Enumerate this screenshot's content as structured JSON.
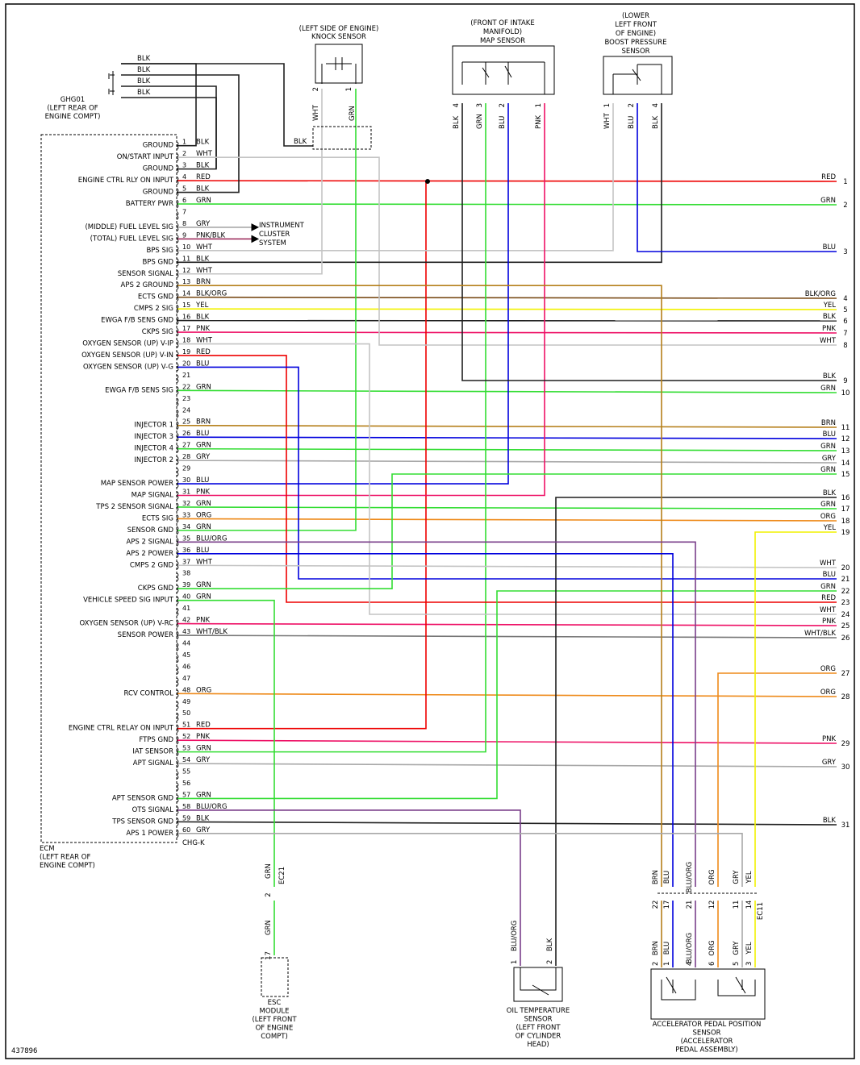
{
  "diagram_id": "437896",
  "colors": {
    "BLK": "#1f1f1f",
    "WHT": "#c4c4c4",
    "RED": "#ee0000",
    "GRN": "#33dd33",
    "BLU": "#0000dd",
    "GRY": "#a8a8a8",
    "PNK": "#ee1166",
    "BRN": "#b57f1a",
    "YEL": "#f2f200",
    "ORG": "#ee8a1a",
    "BLU/ORG": "#7a3f8a",
    "BLK/ORG": "#7a4c18",
    "PNK/BLK": "#992255",
    "WHT/BLK": "#777777"
  },
  "ecm": {
    "title_lines": [
      "ECM",
      "(LEFT REAR OF",
      "ENGINE COMPT)"
    ],
    "connector": "CHG-K"
  },
  "ground": {
    "title_lines": [
      "GHG01",
      "(LEFT REAR OF",
      "ENGINE COMPT)"
    ],
    "wire_label": "BLK"
  },
  "ecm_pins": [
    {
      "pin": "1",
      "name": "GROUND",
      "wire": "BLK"
    },
    {
      "pin": "2",
      "name": "ON/START INPUT",
      "wire": "WHT"
    },
    {
      "pin": "3",
      "name": "GROUND",
      "wire": "BLK"
    },
    {
      "pin": "4",
      "name": "ENGINE CTRL RLY ON INPUT",
      "wire": "RED"
    },
    {
      "pin": "5",
      "name": "GROUND",
      "wire": "BLK"
    },
    {
      "pin": "6",
      "name": "BATTERY PWR",
      "wire": "GRN"
    },
    {
      "pin": "7",
      "name": "",
      "wire": ""
    },
    {
      "pin": "8",
      "name": "(MIDDLE) FUEL LEVEL SIG",
      "wire": "GRY"
    },
    {
      "pin": "9",
      "name": "(TOTAL) FUEL LEVEL SIG",
      "wire": "PNK/BLK"
    },
    {
      "pin": "10",
      "name": "BPS SIG",
      "wire": "WHT"
    },
    {
      "pin": "11",
      "name": "BPS GND",
      "wire": "BLK"
    },
    {
      "pin": "12",
      "name": "SENSOR SIGNAL",
      "wire": "WHT"
    },
    {
      "pin": "13",
      "name": "APS 2 GROUND",
      "wire": "BRN"
    },
    {
      "pin": "14",
      "name": "ECTS GND",
      "wire": "BLK/ORG"
    },
    {
      "pin": "15",
      "name": "CMPS 2 SIG",
      "wire": "YEL"
    },
    {
      "pin": "16",
      "name": "EWGA F/B SENS GND",
      "wire": "BLK"
    },
    {
      "pin": "17",
      "name": "CKPS SIG",
      "wire": "PNK"
    },
    {
      "pin": "18",
      "name": "OXYGEN SENSOR (UP) V-IP",
      "wire": "WHT"
    },
    {
      "pin": "19",
      "name": "OXYGEN SENSOR (UP) V-IN",
      "wire": "RED"
    },
    {
      "pin": "20",
      "name": "OXYGEN SENSOR (UP) V-G",
      "wire": "BLU"
    },
    {
      "pin": "21",
      "name": "",
      "wire": ""
    },
    {
      "pin": "22",
      "name": "EWGA F/B SENS SIG",
      "wire": "GRN"
    },
    {
      "pin": "23",
      "name": "",
      "wire": ""
    },
    {
      "pin": "24",
      "name": "",
      "wire": ""
    },
    {
      "pin": "25",
      "name": "INJECTOR 1",
      "wire": "BRN"
    },
    {
      "pin": "26",
      "name": "INJECTOR 3",
      "wire": "BLU"
    },
    {
      "pin": "27",
      "name": "INJECTOR 4",
      "wire": "GRN"
    },
    {
      "pin": "28",
      "name": "INJECTOR 2",
      "wire": "GRY"
    },
    {
      "pin": "29",
      "name": "",
      "wire": ""
    },
    {
      "pin": "30",
      "name": "MAP SENSOR POWER",
      "wire": "BLU"
    },
    {
      "pin": "31",
      "name": "MAP SIGNAL",
      "wire": "PNK"
    },
    {
      "pin": "32",
      "name": "TPS 2 SENSOR SIGNAL",
      "wire": "GRN"
    },
    {
      "pin": "33",
      "name": "ECTS SIG",
      "wire": "ORG"
    },
    {
      "pin": "34",
      "name": "SENSOR GND",
      "wire": "GRN"
    },
    {
      "pin": "35",
      "name": "APS 2 SIGNAL",
      "wire": "BLU/ORG"
    },
    {
      "pin": "36",
      "name": "APS 2 POWER",
      "wire": "BLU"
    },
    {
      "pin": "37",
      "name": "CMPS 2 GND",
      "wire": "WHT"
    },
    {
      "pin": "38",
      "name": "",
      "wire": ""
    },
    {
      "pin": "39",
      "name": "CKPS GND",
      "wire": "GRN"
    },
    {
      "pin": "40",
      "name": "VEHICLE SPEED SIG INPUT",
      "wire": "GRN"
    },
    {
      "pin": "41",
      "name": "",
      "wire": ""
    },
    {
      "pin": "42",
      "name": "OXYGEN SENSOR (UP) V-RC",
      "wire": "PNK"
    },
    {
      "pin": "43",
      "name": "SENSOR POWER",
      "wire": "WHT/BLK"
    },
    {
      "pin": "44",
      "name": "",
      "wire": ""
    },
    {
      "pin": "45",
      "name": "",
      "wire": ""
    },
    {
      "pin": "46",
      "name": "",
      "wire": ""
    },
    {
      "pin": "47",
      "name": "",
      "wire": ""
    },
    {
      "pin": "48",
      "name": "RCV CONTROL",
      "wire": "ORG"
    },
    {
      "pin": "49",
      "name": "",
      "wire": ""
    },
    {
      "pin": "50",
      "name": "",
      "wire": ""
    },
    {
      "pin": "51",
      "name": "ENGINE CTRL RELAY ON INPUT",
      "wire": "RED"
    },
    {
      "pin": "52",
      "name": "FTPS GND",
      "wire": "PNK"
    },
    {
      "pin": "53",
      "name": "IAT SENSOR",
      "wire": "GRN"
    },
    {
      "pin": "54",
      "name": "APT SIGNAL",
      "wire": "GRY"
    },
    {
      "pin": "55",
      "name": "",
      "wire": ""
    },
    {
      "pin": "56",
      "name": "",
      "wire": ""
    },
    {
      "pin": "57",
      "name": "APT SENSOR GND",
      "wire": "GRN"
    },
    {
      "pin": "58",
      "name": "OTS SIGNAL",
      "wire": "BLU/ORG"
    },
    {
      "pin": "59",
      "name": "TPS SENSOR GND",
      "wire": "BLK"
    },
    {
      "pin": "60",
      "name": "APS 1 POWER",
      "wire": "GRY"
    }
  ],
  "right_labels": [
    {
      "num": "1",
      "wire": "RED"
    },
    {
      "num": "2",
      "wire": "GRN"
    },
    {
      "num": "3",
      "wire": "BLU"
    },
    {
      "num": "4",
      "wire": "BLK/ORG"
    },
    {
      "num": "5",
      "wire": "YEL"
    },
    {
      "num": "6",
      "wire": "BLK"
    },
    {
      "num": "7",
      "wire": "PNK"
    },
    {
      "num": "8",
      "wire": "WHT"
    },
    {
      "num": "9",
      "wire": "BLK"
    },
    {
      "num": "10",
      "wire": "GRN"
    },
    {
      "num": "11",
      "wire": "BRN"
    },
    {
      "num": "12",
      "wire": "BLU"
    },
    {
      "num": "13",
      "wire": "GRN"
    },
    {
      "num": "14",
      "wire": "GRY"
    },
    {
      "num": "15",
      "wire": "GRN"
    },
    {
      "num": "16",
      "wire": "BLK"
    },
    {
      "num": "17",
      "wire": "GRN"
    },
    {
      "num": "18",
      "wire": "ORG"
    },
    {
      "num": "19",
      "wire": "YEL"
    },
    {
      "num": "20",
      "wire": "WHT"
    },
    {
      "num": "21",
      "wire": "BLU"
    },
    {
      "num": "22",
      "wire": "GRN"
    },
    {
      "num": "23",
      "wire": "RED"
    },
    {
      "num": "24",
      "wire": "WHT"
    },
    {
      "num": "25",
      "wire": "PNK"
    },
    {
      "num": "26",
      "wire": "WHT/BLK"
    },
    {
      "num": "27",
      "wire": "ORG"
    },
    {
      "num": "28",
      "wire": "ORG"
    },
    {
      "num": "29",
      "wire": "PNK"
    },
    {
      "num": "30",
      "wire": "GRY"
    },
    {
      "num": "31",
      "wire": "BLK"
    }
  ],
  "instrument_cluster": [
    "INSTRUMENT",
    "CLUSTER",
    "SYSTEM"
  ],
  "knock_sensor": {
    "title_lines": [
      "(LEFT SIDE OF ENGINE)",
      "KNOCK SENSOR"
    ],
    "pins": [
      {
        "pin": "2",
        "wire": "WHT"
      },
      {
        "pin": "1",
        "wire": "GRN"
      }
    ]
  },
  "map_sensor": {
    "title_lines": [
      "(FRONT OF INTAKE",
      "MANIFOLD)",
      "MAP SENSOR"
    ],
    "pins": [
      {
        "pin": "4",
        "wire": "BLK"
      },
      {
        "pin": "3",
        "wire": "GRN"
      },
      {
        "pin": "2",
        "wire": "BLU"
      },
      {
        "pin": "1",
        "wire": "PNK"
      }
    ]
  },
  "boost_sensor": {
    "title_lines": [
      "(LOWER",
      "LEFT FRONT",
      "OF ENGINE)",
      "BOOST PRESSURE",
      "SENSOR"
    ],
    "pins": [
      {
        "pin": "1",
        "wire": "WHT"
      },
      {
        "pin": "2",
        "wire": "BLU"
      },
      {
        "pin": "4",
        "wire": "BLK"
      }
    ]
  },
  "esc_module": {
    "title_lines": [
      "ESC",
      "MODULE",
      "(LEFT FRONT",
      "OF ENGINE",
      "COMPT)"
    ],
    "connector": "EC21",
    "upper_pin": "2",
    "lower_pin": "17",
    "wire": "GRN"
  },
  "oil_temp_sensor": {
    "title_lines": [
      "OIL TEMPERATURE",
      "SENSOR",
      "(LEFT FRONT",
      "OF CYLINDER",
      "HEAD)"
    ],
    "pins": [
      {
        "pin": "1",
        "wire": "BLU/ORG"
      },
      {
        "pin": "2",
        "wire": "BLK"
      }
    ]
  },
  "accel_pedal_sensor": {
    "title_lines": [
      "ACCELERATOR PEDAL POSITION",
      "SENSOR",
      "(ACCELERATOR",
      "PEDAL ASSEMBLY)"
    ],
    "connector": "EC11",
    "upper_pins": [
      {
        "pin": "22",
        "wire": "BRN"
      },
      {
        "pin": "17",
        "wire": "BLU"
      },
      {
        "pin": "21",
        "wire": "BLU/ORG"
      },
      {
        "pin": "12",
        "wire": "ORG"
      },
      {
        "pin": "11",
        "wire": "GRY"
      },
      {
        "pin": "14",
        "wire": "YEL"
      }
    ],
    "lower_pins": [
      {
        "pin": "2",
        "wire": "BRN"
      },
      {
        "pin": "1",
        "wire": "BLU"
      },
      {
        "pin": "4",
        "wire": "BLU/ORG"
      },
      {
        "pin": "6",
        "wire": "ORG"
      },
      {
        "pin": "5",
        "wire": "GRY"
      },
      {
        "pin": "3",
        "wire": "YEL"
      }
    ]
  }
}
